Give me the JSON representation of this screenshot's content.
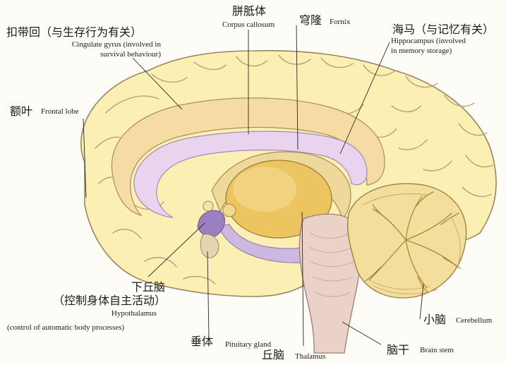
{
  "labels": {
    "cingulate": {
      "zh": "扣带回（与生存行为有关）",
      "en_line1": "Cingulate gyrus (involved in",
      "en_line2": "survival behaviour)"
    },
    "corpus_callosum": {
      "zh": "胼胝体",
      "en": "Corpus callosum"
    },
    "fornix": {
      "zh": "穹隆",
      "en": "Fornix"
    },
    "hippocampus": {
      "zh": "海马（与记忆有关）",
      "en_line1": "Hippocampus (involved",
      "en_line2": "in memory storage)"
    },
    "frontal_lobe": {
      "zh": "额叶",
      "en": "Frontal lobe"
    },
    "hypothalamus": {
      "zh_line1": "下丘脑",
      "zh_line2": "（控制身体自主活动）",
      "en_line1": "Hypothalamus",
      "en_line2": "(control of automatic body processes)"
    },
    "pituitary": {
      "zh": "垂体",
      "en": "Pituitary gland"
    },
    "thalamus": {
      "zh": "丘脑",
      "en": "Thalamus"
    },
    "brain_stem": {
      "zh": "脑干",
      "en": "Brain stem"
    },
    "cerebellum": {
      "zh": "小脑",
      "en": "Cerebellum"
    }
  },
  "colors": {
    "cortex": "#fbefb4",
    "cortex_outline": "#9a8560",
    "sulcus": "#b39a72",
    "cingulate": "#f6dca4",
    "corpus_callosum": "#e9d3ee",
    "thalamus": "#ecc460",
    "lilac": "#cdb8e2",
    "hypothalamus": "#9b7fc1",
    "brainstem": "#ebd2c8",
    "cerebellum": "#f3de9c",
    "leader_line": "#2a2623"
  }
}
